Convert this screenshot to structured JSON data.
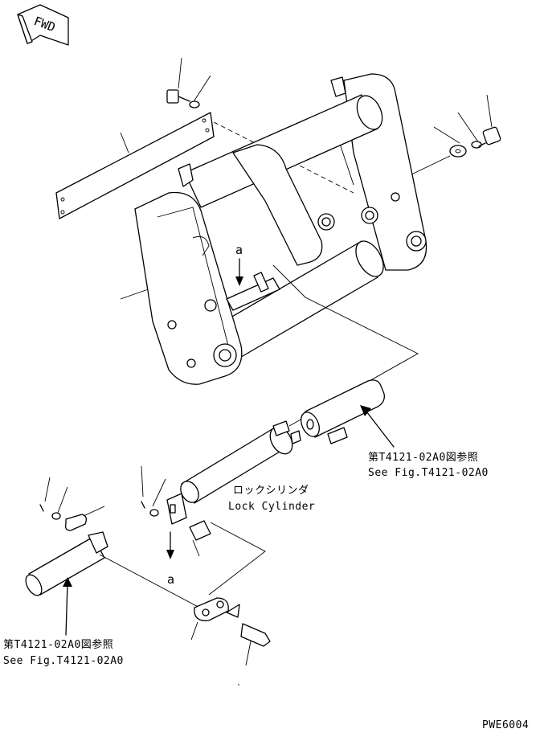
{
  "badge": {
    "text": "FWD"
  },
  "labels": {
    "a_top": "a",
    "a_bottom": "a",
    "ref_right_jp": "第T4121-02A0図参照",
    "ref_right_en": "See Fig.T4121-02A0",
    "cyl_jp": "ロックシリンダ",
    "cyl_en": "Lock Cylinder",
    "ref_left_jp": "第T4121-02A0図参照",
    "ref_left_en": "See Fig.T4121-02A0",
    "drawing_no": "PWE6004"
  },
  "icons": [
    "fwd-arrow-icon",
    "pointer-arrow-icon"
  ]
}
